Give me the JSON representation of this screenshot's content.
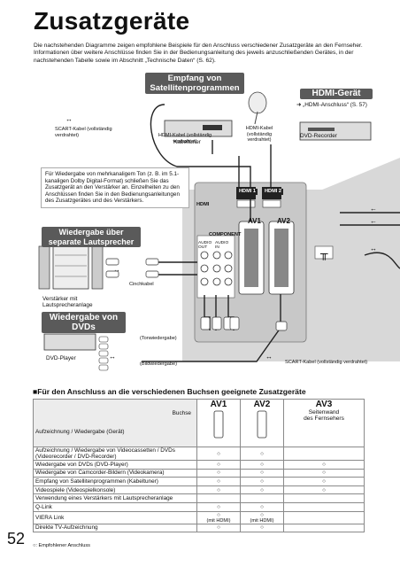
{
  "page": {
    "title": "Zusatzgeräte",
    "intro": "Die nachstehenden Diagramme zeigen empfohlene Beispiele für den Anschluss verschiedener Zusatzgeräte an den Fernseher. Informationen über weitere Anschlüsse finden Sie in der Bedienungsanleitung des jeweils anzuschließenden Gerätes, in der nachstehenden Tabelle sowie im Abschnitt „Technische Daten“ (S. 62).",
    "page_number": "52",
    "footnote": "○: Empfohlener Anschluss"
  },
  "diagram": {
    "sat_label_1": "Empfang von",
    "sat_label_2": "Satellitenprogrammen",
    "hdmi_label": "HDMI-Gerät",
    "hdmi_ref": "➜ „HDMI-Anschluss“ (S. 57)",
    "kabeltuner": "Kabeltuner",
    "dvd_recorder": "DVD-Recorder",
    "scart_top": "SCART-Kabel (vollständig verdrahtet)",
    "hdmi_cable_1": "HDMI-Kabel (vollständig verdrahtet)",
    "hdmi_cable_2": "HDMI-Kabel (vollständig verdrahtet)",
    "note": "Für Wiedergabe von mehrkanaligem Ton (z. B. im 5.1-kanaligen Dolby Digital-Format) schließen Sie das Zusatzgerät an den Verstärker an. Einzelheiten zu den Anschlüssen finden Sie in den Bedienungsanleitungen des Zusatzgerätes und des Verstärkers.",
    "speaker_label_1": "Wiedergabe über",
    "speaker_label_2": "separate Lautsprecher",
    "cinch": "Cinchkabel",
    "amp_1": "Verstärker mit",
    "amp_2": "Lautsprecheranlage",
    "dvd_label_1": "Wiedergabe von",
    "dvd_label_2": "DVDs",
    "dvd_player": "DVD-Player",
    "tone_cable": "(Tonwiedergabe)",
    "picture_cable": "(Bildwiedergabe)",
    "scart_bottom": "SCART-Kabel (vollständig verdrahtet)",
    "hdmi1": "HDMI 1",
    "hdmi2": "HDMI 2",
    "av1": "AV1",
    "av2": "AV2",
    "component": "COMPONENT",
    "audio_out": "AUDIO OUT",
    "audio_in": "AUDIO IN",
    "hdmi_logo": "HDMI"
  },
  "table": {
    "heading": "■Für den Anschluss an die verschiedenen Buchsen geeignete Zusatzgeräte",
    "col_buchse": "Buchse",
    "col_device": "Aufzeichnung / Wiedergabe (Gerät)",
    "av1": "AV1",
    "av2": "AV2",
    "av3": "AV3",
    "av3_sub_1": "Seitenwand",
    "av3_sub_2": "des Fernsehers",
    "rows": [
      {
        "label": "Aufzeichnung / Wiedergabe von Videocassetten / DVDs (Videorecorder / DVD-Recorder)",
        "av1": "○",
        "av2": "○",
        "av3": ""
      },
      {
        "label": "Wiedergabe von DVDs (DVD-Player)",
        "av1": "○",
        "av2": "○",
        "av3": "○"
      },
      {
        "label": "Wiedergabe von Camcorder-Bildern (Videokamera)",
        "av1": "○",
        "av2": "○",
        "av3": "○"
      },
      {
        "label": "Empfang von Satellitenprogrammen (Kabeltuner)",
        "av1": "○",
        "av2": "○",
        "av3": "○"
      },
      {
        "label": "Videospiele (Videospielkonsole)",
        "av1": "○",
        "av2": "○",
        "av3": "○"
      },
      {
        "label": "Verwendung eines Verstärkers mit Lautsprecheranlage",
        "av1": "",
        "av2": "",
        "av3": ""
      },
      {
        "label": "Q-Link",
        "av1": "○",
        "av2": "○",
        "av3": ""
      },
      {
        "label": "VIERA Link",
        "av1": "○",
        "av2": "○",
        "av3": "",
        "av1_note": "(mit HDMI)",
        "av2_note": "(mit HDMI)"
      },
      {
        "label": "Direkte TV-Aufzeichnung",
        "av1": "○",
        "av2": "○",
        "av3": ""
      }
    ]
  }
}
